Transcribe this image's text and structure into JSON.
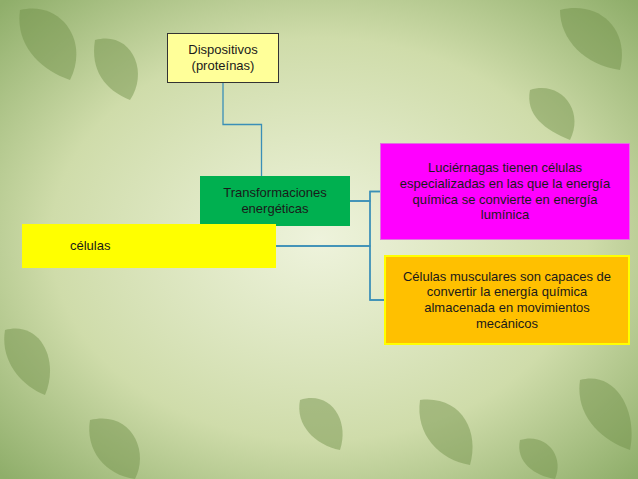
{
  "diagram": {
    "nodes": [
      {
        "text": [
          "Dispositivos (proteínas)"
        ]
      },
      {
        "text": [
          "Luciérnagas tienen células especializadas en las que la energía química se convierte en energía lumínica"
        ]
      },
      {
        "text": [
          "Transformaciones energéticas"
        ]
      },
      {
        "text": [
          "células"
        ]
      },
      {
        "text": [
          "Células musculares son capaces de convertir la energía química almacenada en movimientos mecánicos"
        ]
      }
    ],
    "edges": [
      {
        "from": 0,
        "to": 2,
        "arrow": "none"
      },
      {
        "from": 3,
        "to": 1,
        "arrow": "none"
      },
      {
        "from": 3,
        "to": 4,
        "arrow": "none"
      },
      {
        "from": 2,
        "to": 1,
        "arrow": "none"
      },
      {
        "from": 2,
        "to": 4,
        "arrow": "none"
      }
    ]
  }
}
